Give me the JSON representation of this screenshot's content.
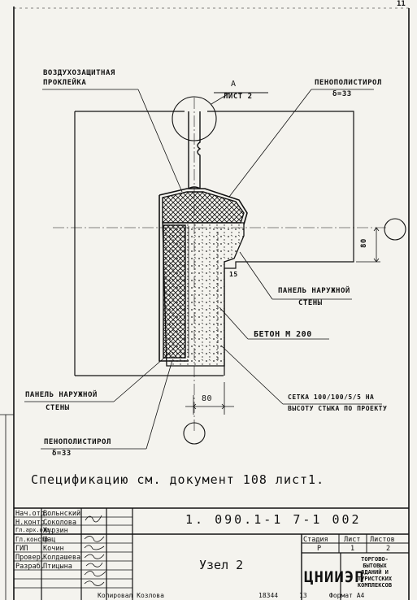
{
  "labels": {
    "air_barrier": [
      "ВОЗДУХОЗАЩИТНАЯ",
      "ПРОКЛЕЙКА"
    ],
    "callout_a": "А",
    "callout_sheet": "ЛИСТ 2",
    "foam_top": [
      "ПЕНОПОЛИСТИРОЛ",
      "δ=33"
    ],
    "panel_right": [
      "ПАНЕЛЬ НАРУЖНОЙ",
      "СТЕНЫ"
    ],
    "concrete": "БЕТОН М 200",
    "panel_left": [
      "ПАНЕЛЬ НАРУЖНОЙ",
      "СТЕНЫ"
    ],
    "mesh": [
      "СЕТКА 100/100/5/5 НА",
      "ВЫСОТУ СТЫКА ПО ПРОЕКТУ"
    ],
    "foam_bottom": [
      "ПЕНОПОЛИСТИРОЛ",
      "δ=33"
    ],
    "dim_80_vertical": "80",
    "dim_15": "15",
    "dim_80_horizontal": "80"
  },
  "specification_note": "Спецификацию см. документ 108 лист1.",
  "title_block": {
    "document_number": "1. 090.1-1   7-1   002",
    "node_title": "Узел 2",
    "roles": [
      {
        "role": "Нач.отд.",
        "name": "Вольнский"
      },
      {
        "role": "Н.контр.",
        "name": "Соколова"
      },
      {
        "role": "Гл.арх.отд.",
        "name": "Журзин"
      },
      {
        "role": "Гл.констр.",
        "name": "Шац"
      },
      {
        "role": "ГИП",
        "name": "Кочин"
      },
      {
        "role": "Провер.",
        "name": "Колдашева"
      },
      {
        "role": "Разраб.",
        "name": "Птицына"
      }
    ],
    "stage_header": "Стадия",
    "sheet_header": "Лист",
    "sheets_header": "Листов",
    "stage_value": "Р",
    "sheet_value": "1",
    "sheets_value": "2",
    "organization": "ЦНИИЭП",
    "purpose": [
      "ТОРГОВО-",
      "БЫТОВЫХ",
      "ЗДАНИЙ И",
      "ТУРИСТСКИХ",
      "КОМПЛЕКСОВ"
    ]
  },
  "footer": {
    "copied": "Копировал  Козлова",
    "order": "18344",
    "num": "13",
    "format": "Формат А4"
  },
  "corner_mark": "11"
}
